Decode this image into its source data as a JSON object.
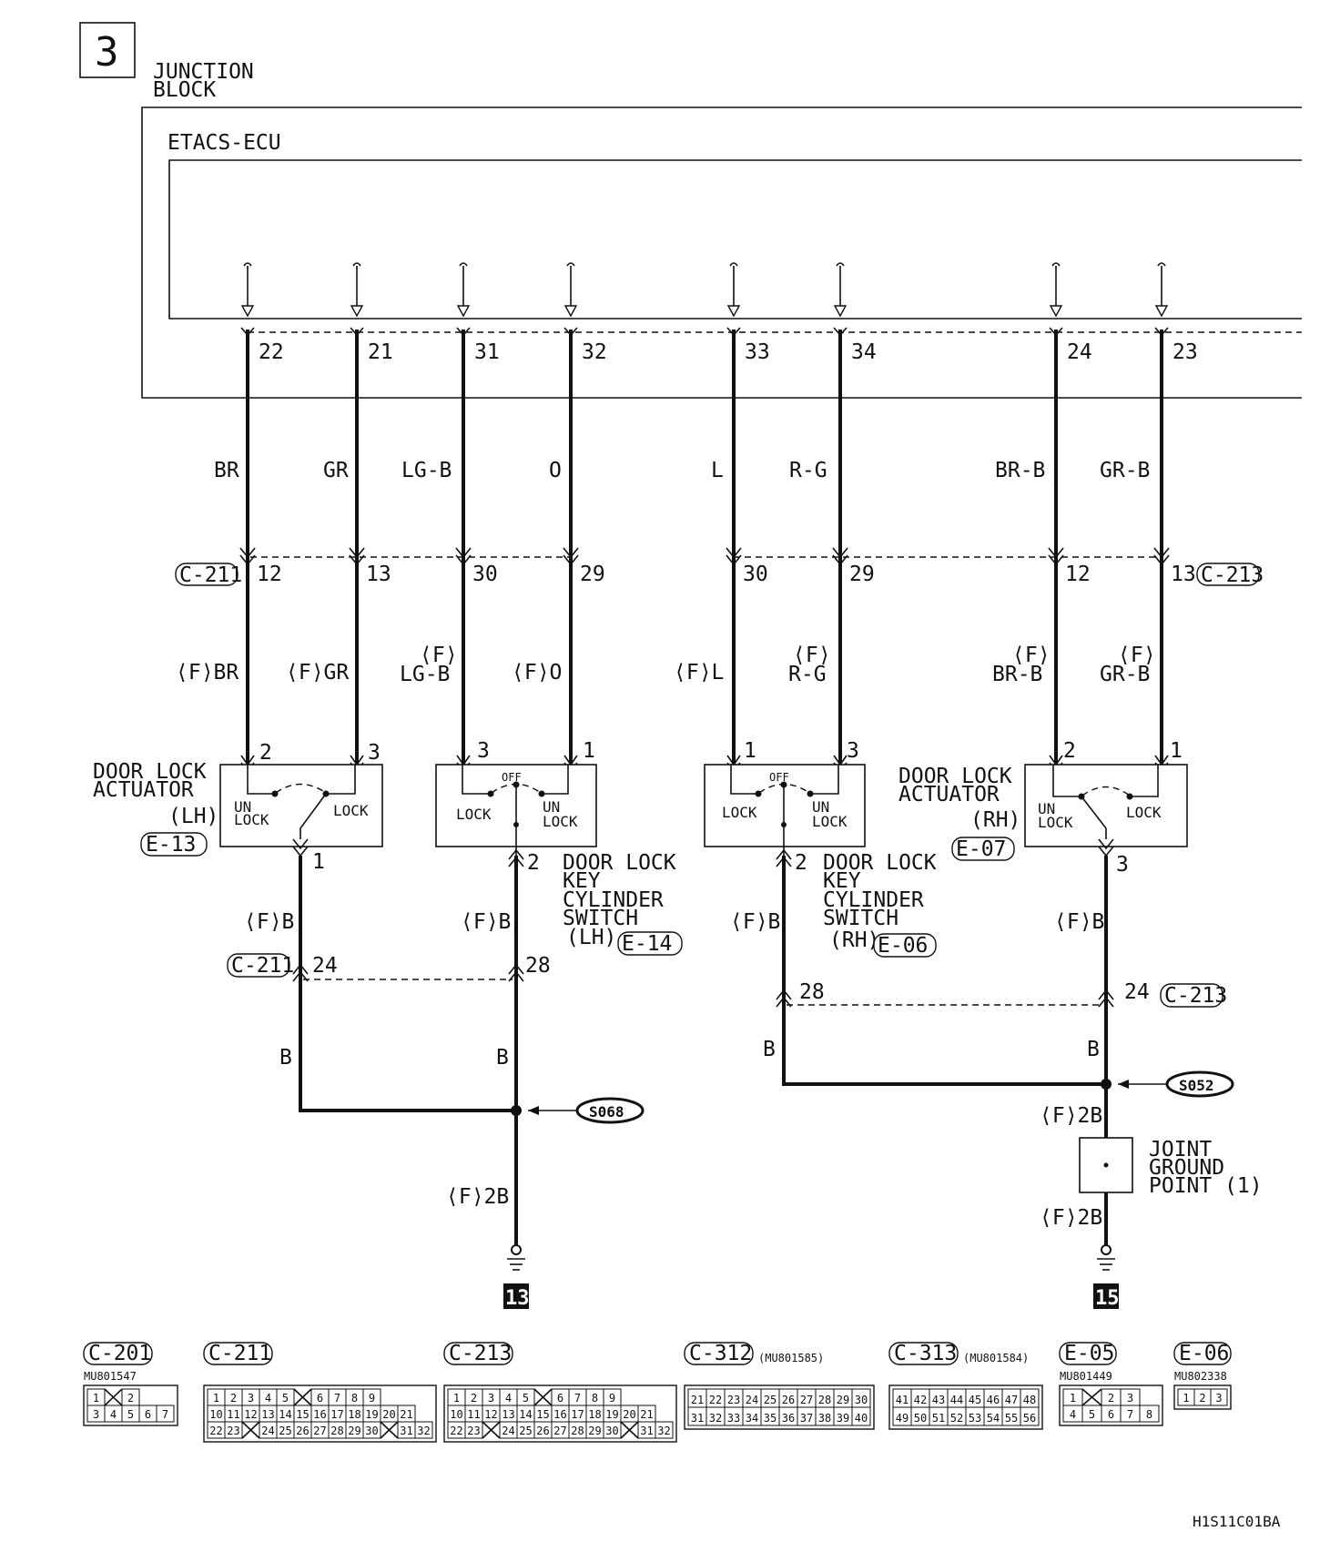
{
  "page": {
    "section_number": "3",
    "junction_block_line1": "JUNCTION",
    "junction_block_line2": "BLOCK",
    "ecu_label": "ETACS-ECU",
    "figure_code": "H1S11C01BA"
  },
  "ecu_terminals": [
    "22",
    "21",
    "31",
    "32",
    "33",
    "34",
    "24",
    "23"
  ],
  "wire_colors_upper": [
    "BR",
    "GR",
    "LG-B",
    "O",
    "L",
    "R-G",
    "BR-B",
    "GR-B"
  ],
  "midconnector": {
    "left_tag": "C-211",
    "right_tag": "C-213",
    "pins": [
      "12",
      "13",
      "30",
      "29",
      "30",
      "29",
      "12",
      "13"
    ]
  },
  "wire_colors_lower": [
    "⟨F⟩BR",
    "⟨F⟩GR",
    "⟨F⟩",
    "LG-B",
    "⟨F⟩O",
    "⟨F⟩L",
    "⟨F⟩",
    "R-G",
    "⟨F⟩",
    "BR-B",
    "⟨F⟩",
    "GR-B"
  ],
  "device_pins": [
    "2",
    "3",
    "3",
    "1",
    "1",
    "3",
    "2",
    "1"
  ],
  "actuator_lh": {
    "title1": "DOOR LOCK",
    "title2": "ACTUATOR",
    "title3": "(LH)",
    "tag": "E-13",
    "unlock1": "UN",
    "unlock2": "LOCK",
    "lock": "LOCK",
    "out_pin": "1"
  },
  "switch_lh": {
    "off": "OFF",
    "lock": "LOCK",
    "unlock1": "UN",
    "unlock2": "LOCK",
    "out_pin": "2",
    "title1": "DOOR LOCK",
    "title2": "KEY",
    "title3": "CYLINDER",
    "title4": "SWITCH",
    "title5": "(LH)",
    "tag": "E-14"
  },
  "switch_rh": {
    "off": "OFF",
    "lock": "LOCK",
    "unlock1": "UN",
    "unlock2": "LOCK",
    "out_pin": "2",
    "title1": "DOOR LOCK",
    "title2": "KEY",
    "title3": "CYLINDER",
    "title4": "SWITCH",
    "title5": "(RH)",
    "tag": "E-06"
  },
  "actuator_rh": {
    "title1": "DOOR LOCK",
    "title2": "ACTUATOR",
    "title3": "(RH)",
    "tag": "E-07",
    "unlock1": "UN",
    "unlock2": "LOCK",
    "lock": "LOCK",
    "out_pin": "3"
  },
  "ground_side": {
    "fb": "⟨F⟩B",
    "b": "B",
    "c211": "C-211",
    "c211_pin_a": "24",
    "c211_pin_b": "28",
    "c213": "C-213",
    "c213_pin_a": "28",
    "c213_pin_b": "24",
    "splice_left": "S068",
    "splice_right": "S052",
    "f2b": "⟨F⟩2B",
    "joint1": "JOINT",
    "joint2": "GROUND",
    "joint3": "POINT (1)",
    "ground_left": "13",
    "ground_right": "15"
  },
  "connector_legend": [
    {
      "tag": "C-201",
      "part": "MU801547",
      "rows": [
        [
          "1",
          "",
          "2"
        ],
        [
          "3",
          "4",
          "5",
          "6",
          "7"
        ]
      ]
    },
    {
      "tag": "C-211",
      "part": "",
      "rows": [
        [
          "1",
          "2",
          "3",
          "4",
          "5",
          "",
          "6",
          "7",
          "8",
          "9"
        ],
        [
          "10",
          "11",
          "12",
          "13",
          "14",
          "15",
          "16",
          "17",
          "18",
          "19",
          "20",
          "21"
        ],
        [
          "22",
          "23",
          "",
          "24",
          "25",
          "26",
          "27",
          "28",
          "29",
          "30",
          "",
          "31",
          "32"
        ]
      ]
    },
    {
      "tag": "C-213",
      "part": "",
      "rows": [
        [
          "1",
          "2",
          "3",
          "4",
          "5",
          "",
          "6",
          "7",
          "8",
          "9"
        ],
        [
          "10",
          "11",
          "12",
          "13",
          "14",
          "15",
          "16",
          "17",
          "18",
          "19",
          "20",
          "21"
        ],
        [
          "22",
          "23",
          "",
          "24",
          "25",
          "26",
          "27",
          "28",
          "29",
          "30",
          "",
          "31",
          "32"
        ]
      ]
    },
    {
      "tag": "C-312",
      "part": "(MU801585)",
      "rows": [
        [
          "21",
          "22",
          "23",
          "24",
          "25",
          "26",
          "27",
          "28",
          "29",
          "30"
        ],
        [
          "31",
          "32",
          "33",
          "34",
          "35",
          "36",
          "37",
          "38",
          "39",
          "40"
        ]
      ]
    },
    {
      "tag": "C-313",
      "part": "(MU801584)",
      "rows": [
        [
          "41",
          "42",
          "43",
          "44",
          "45",
          "46",
          "47",
          "48"
        ],
        [
          "49",
          "50",
          "51",
          "52",
          "53",
          "54",
          "55",
          "56"
        ]
      ]
    },
    {
      "tag": "E-05",
      "part": "MU801449",
      "rows": [
        [
          "1",
          "",
          "2",
          "3"
        ],
        [
          "4",
          "5",
          "6",
          "7",
          "8"
        ]
      ]
    },
    {
      "tag": "E-06",
      "part": "MU802338",
      "rows": [
        [
          "1",
          "2",
          "3"
        ]
      ]
    }
  ]
}
